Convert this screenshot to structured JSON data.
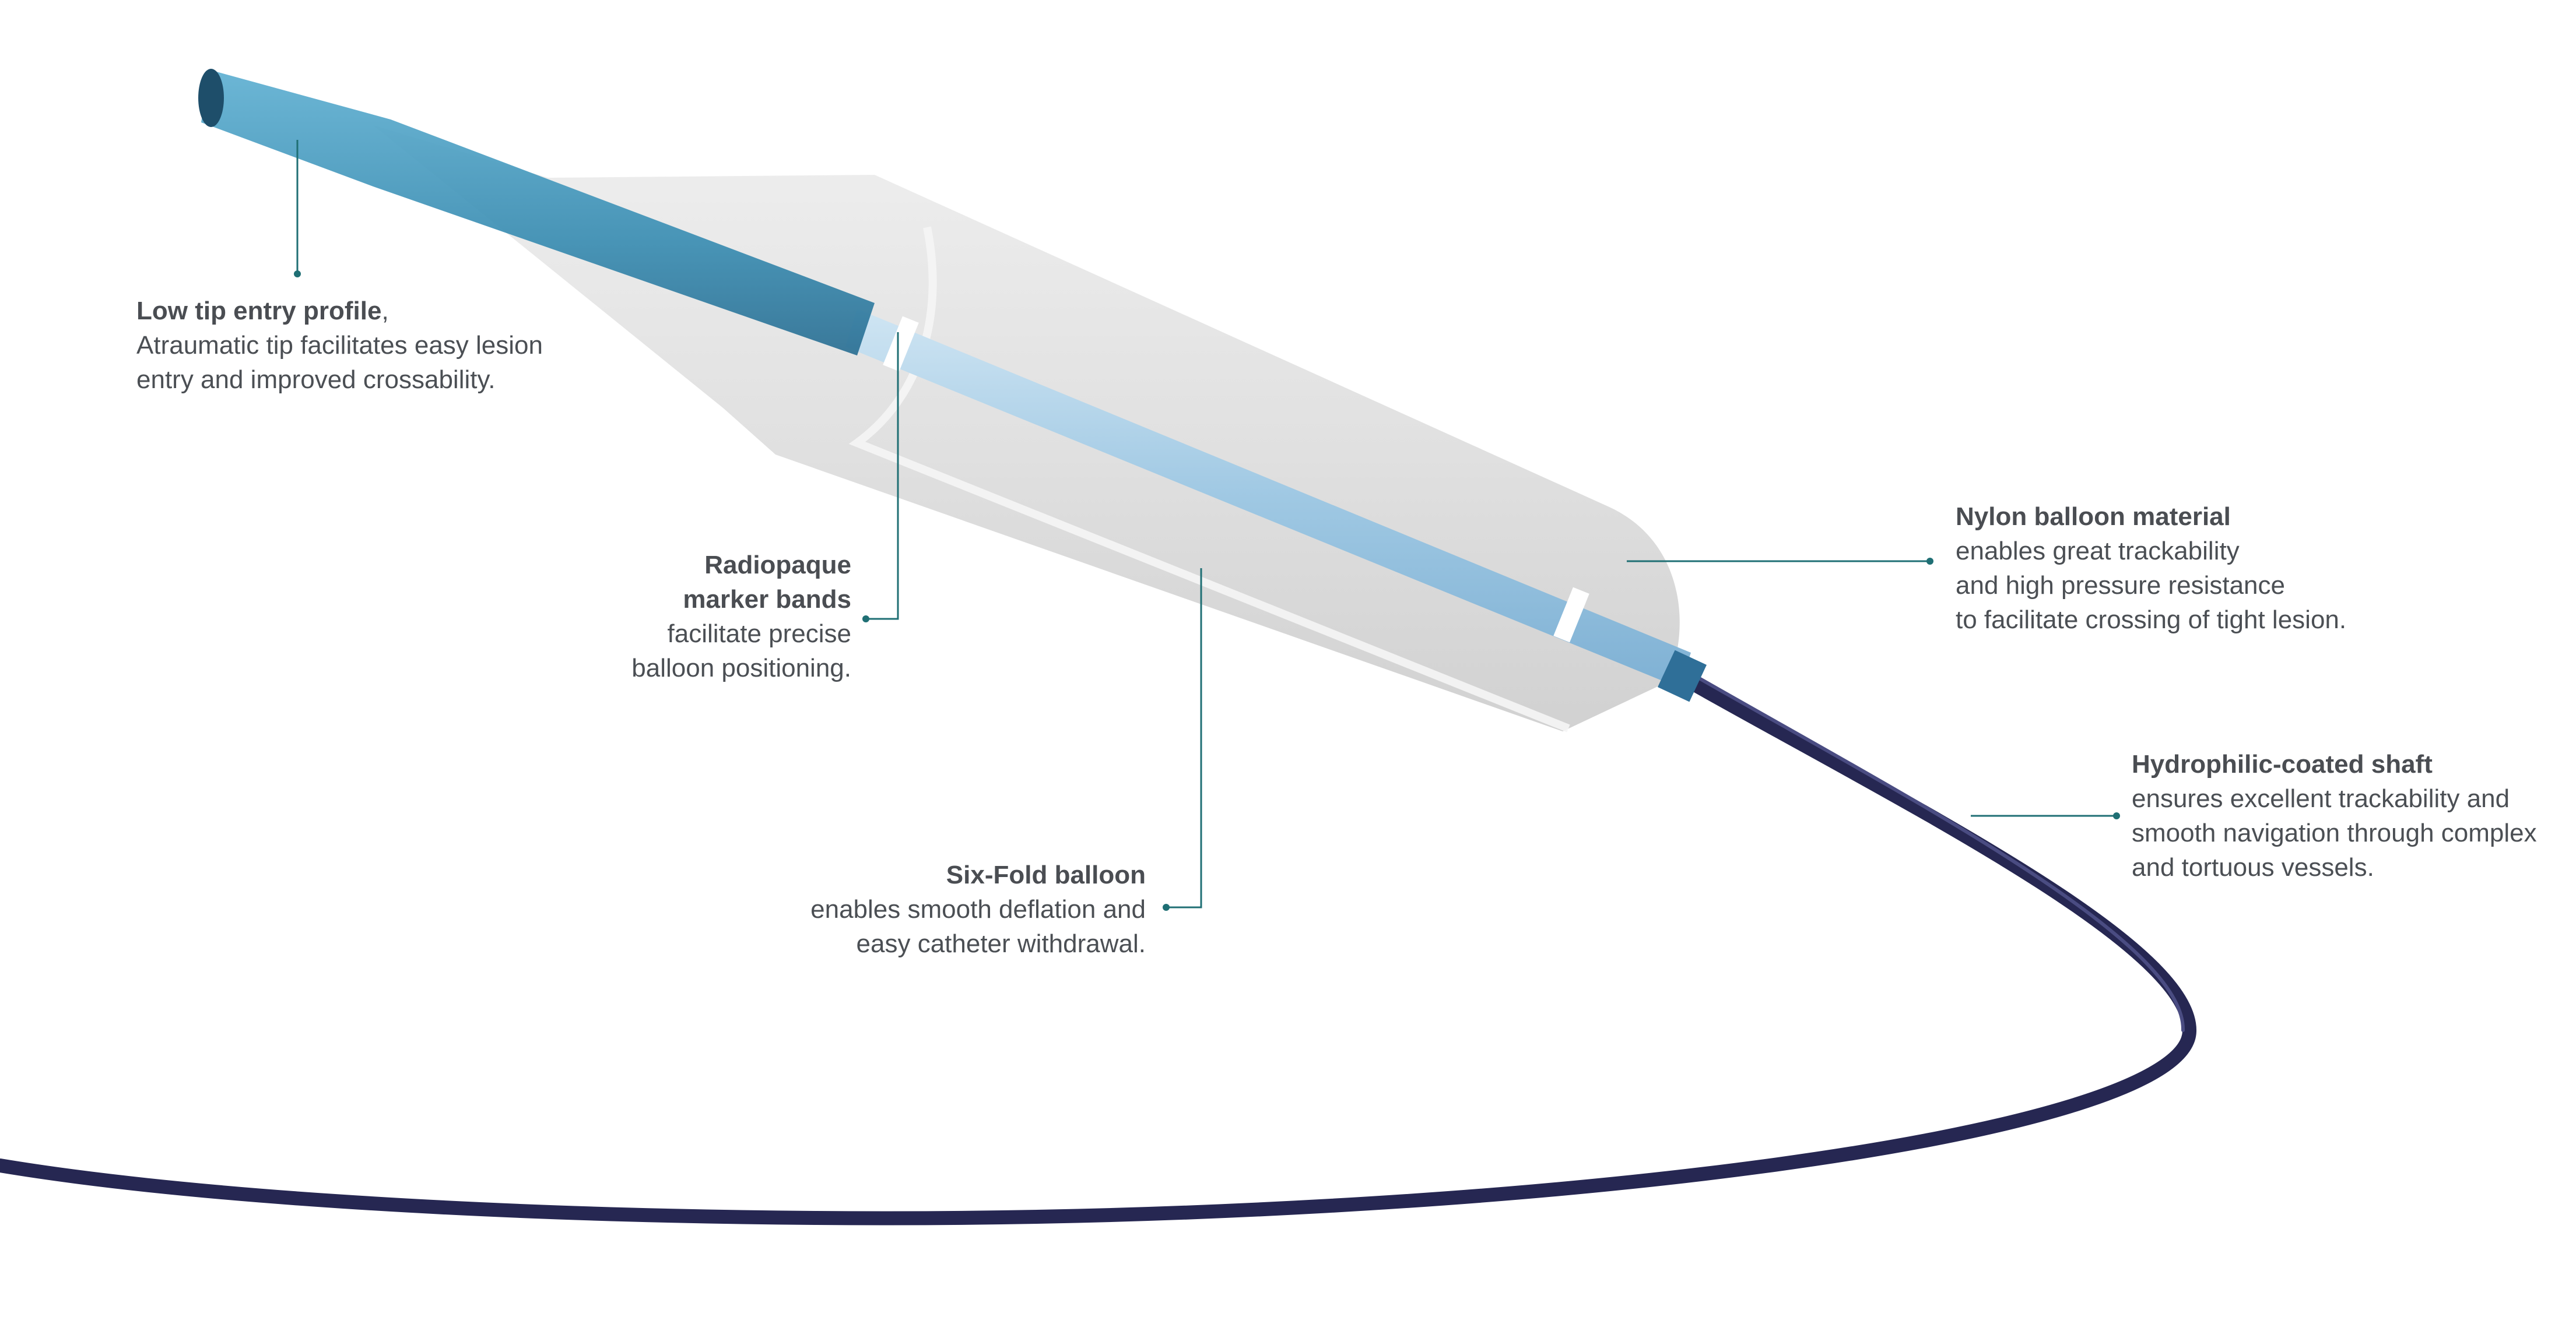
{
  "colors": {
    "leader_line": "#1f6f74",
    "text": "#4b4f54",
    "title": "#4a4d52",
    "tip_blue": "#3f93b6",
    "inner_light_blue": "#a6cde6",
    "balloon_gray": "#d9d9d9",
    "shaft_navy": "#2a2b57"
  },
  "callouts": {
    "tip": {
      "title": "Low tip entry profile",
      "title_suffix": ",",
      "lines": [
        "Atraumatic tip facilitates easy lesion",
        "entry and improved crossability."
      ]
    },
    "markers": {
      "title_lines": [
        "Radiopaque",
        "marker bands"
      ],
      "lines": [
        "facilitate precise",
        "balloon positioning."
      ]
    },
    "sixfold": {
      "title": "Six-Fold balloon",
      "lines": [
        "enables smooth deflation and",
        "easy catheter withdrawal."
      ]
    },
    "nylon": {
      "title": "Nylon balloon material",
      "lines": [
        "enables great trackability",
        "and high pressure resistance",
        "to facilitate crossing of tight lesion."
      ]
    },
    "shaft": {
      "title": "Hydrophilic-coated shaft",
      "lines": [
        "ensures excellent trackability and",
        "smooth navigation through complex",
        "and tortuous vessels."
      ]
    }
  }
}
